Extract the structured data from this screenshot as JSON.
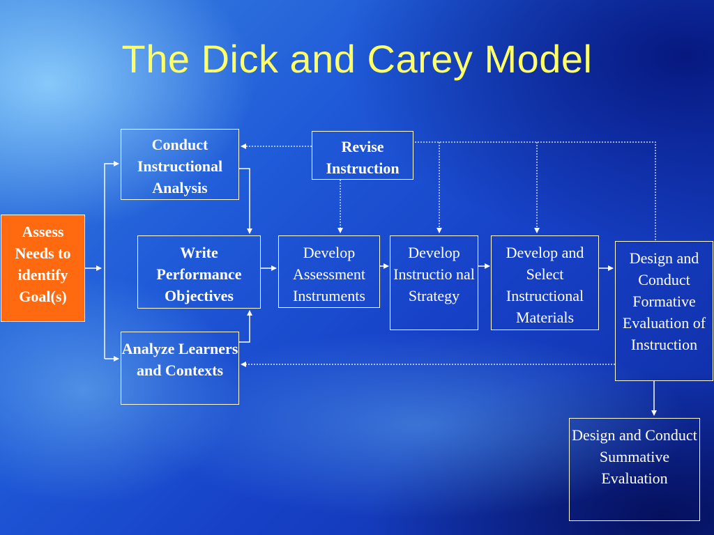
{
  "title": "The Dick and Carey Model",
  "boxes": {
    "assess": "Assess Needs to identify Goal(s)",
    "conduct_analysis": "Conduct Instructional Analysis",
    "analyze_learners": "Analyze Learners and Contexts",
    "write_objectives": "Write Performance Objectives",
    "revise": "Revise Instruction",
    "assessment_instruments": "Develop Assessment Instruments",
    "strategy": "Develop Instructio nal Strategy",
    "materials": "Develop and Select Instructional Materials",
    "formative": "Design and Conduct Formative Evaluation of Instruction",
    "summative": "Design and Conduct Summative Evaluation"
  },
  "colors": {
    "title": "#ffff66",
    "assess_fill": "#ff6a10",
    "lines": "#ffffff"
  }
}
